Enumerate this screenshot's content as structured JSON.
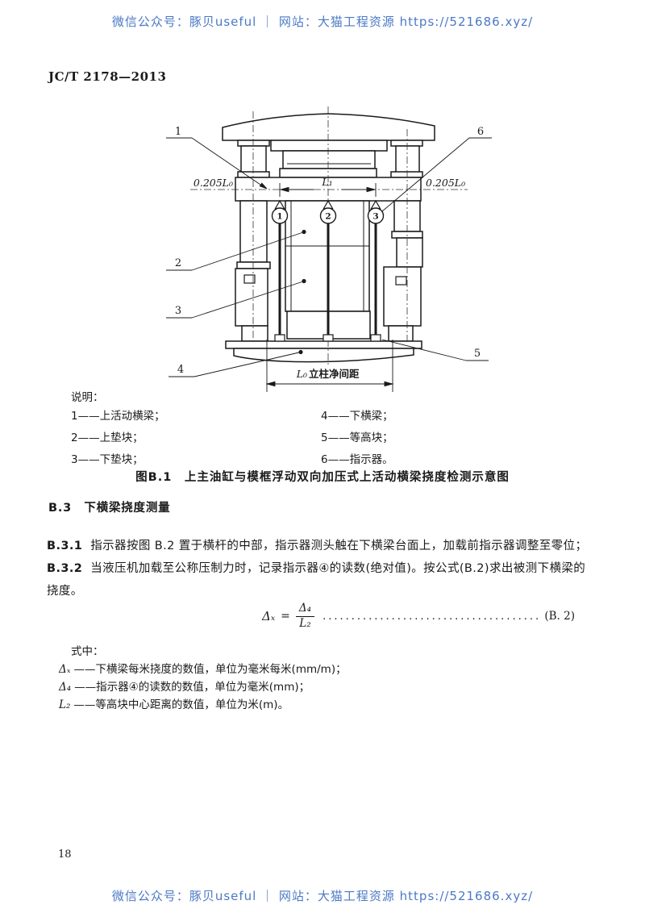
{
  "watermark": {
    "text": "微信公众号：豚贝useful ｜ 网站：大猫工程资源 https://521686.xyz/",
    "color": "#4b79c5"
  },
  "doc_number": "JC/T 2178—2013",
  "diagram": {
    "callout_1": "1",
    "callout_2": "2",
    "callout_3": "3",
    "callout_4": "4",
    "callout_5": "5",
    "callout_6": "6",
    "indicator_1": "1",
    "indicator_2": "2",
    "indicator_3": "3",
    "dim_left": "0.205L₀",
    "dim_right": "0.205L₀",
    "dim_center": "L₁",
    "dim_bottom_sym": "L₀",
    "dim_bottom_label": "立柱净间距"
  },
  "legend": {
    "title": "说明：",
    "left": [
      "1——上活动横梁；",
      "2——上垫块；",
      "3——下垫块；"
    ],
    "right": [
      "4——下横梁；",
      "5——等高块；",
      "6——指示器。"
    ]
  },
  "caption": "图B.1　上主油缸与模框浮动双向加压式上活动横梁挠度检测示意图",
  "section": {
    "heading": "B.3　下横梁挠度测量",
    "b31_num": "B.3.1",
    "b31_text": "指示器按图 B.2 置于横杆的中部，指示器测头触在下横梁台面上，加载前指示器调整至零位；",
    "b32_num": "B.3.2",
    "b32_text": "当液压机加载至公称压制力时，记录指示器④的读数(绝对值)。按公式(B.2)求出被测下横梁的",
    "b32_cont": "挠度。"
  },
  "formula": {
    "lhs": "Δₓ",
    "eq": "=",
    "num": "Δ₄",
    "den": "L₂",
    "dots": "............................................................",
    "label": "(B. 2)"
  },
  "where": {
    "title": "式中：",
    "defs": [
      {
        "sym": "Δₓ",
        "desc": "——下横梁每米挠度的数值，单位为毫米每米(mm/m)；"
      },
      {
        "sym": "Δ₄",
        "desc": "——指示器④的读数的数值，单位为毫米(mm)；"
      },
      {
        "sym": "L₂",
        "desc": "——等高块中心距离的数值，单位为米(m)。"
      }
    ]
  },
  "page_number": "18"
}
